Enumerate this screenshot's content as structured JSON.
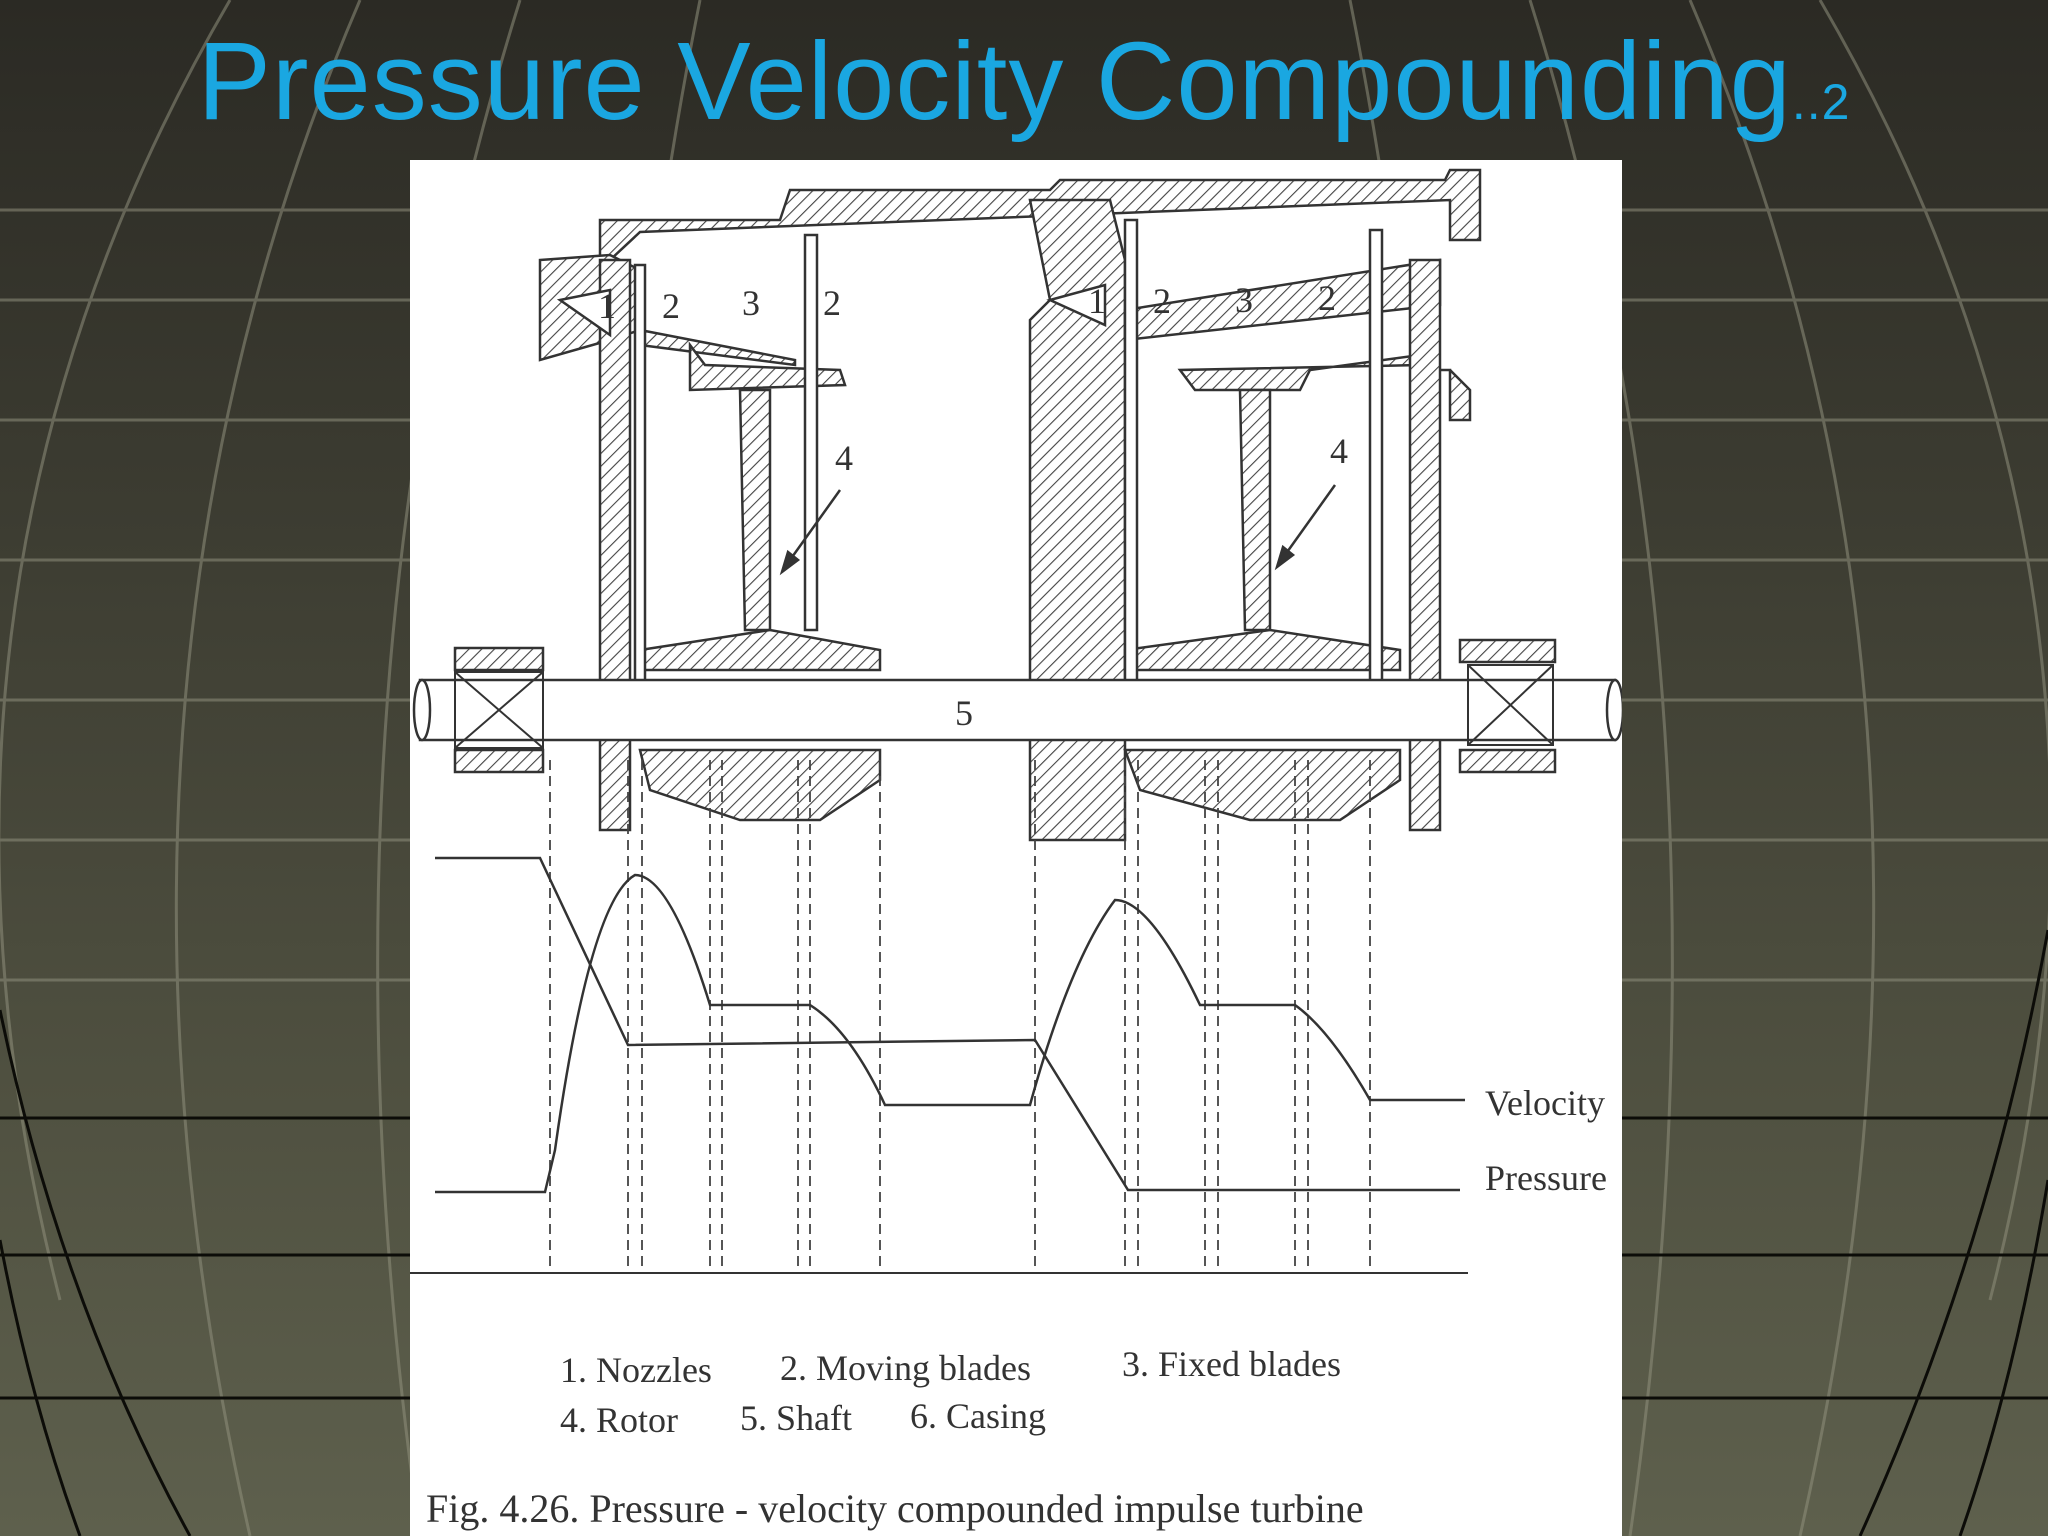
{
  "title": {
    "main": "Pressure Velocity Compounding",
    "suffix": "..2"
  },
  "diagram": {
    "stage_labels": [
      "1",
      "2",
      "3",
      "2",
      "1",
      "2",
      "3",
      "2"
    ],
    "rotor_label": "4",
    "shaft_label": "5",
    "curve_labels": {
      "velocity": "Velocity",
      "pressure": "Pressure"
    }
  },
  "legend": {
    "line1": [
      "1. Nozzles",
      "2. Moving blades",
      "3. Fixed blades"
    ],
    "line2": [
      "4. Rotor",
      "5. Shaft",
      "6. Casing"
    ]
  },
  "caption": "Fig. 4.26. Pressure - velocity compounded impulse turbine",
  "colors": {
    "title": "#1aa7e1",
    "background_dark": "#2b2a24",
    "background_light": "#5e604d",
    "figure_bg": "#ffffff"
  }
}
